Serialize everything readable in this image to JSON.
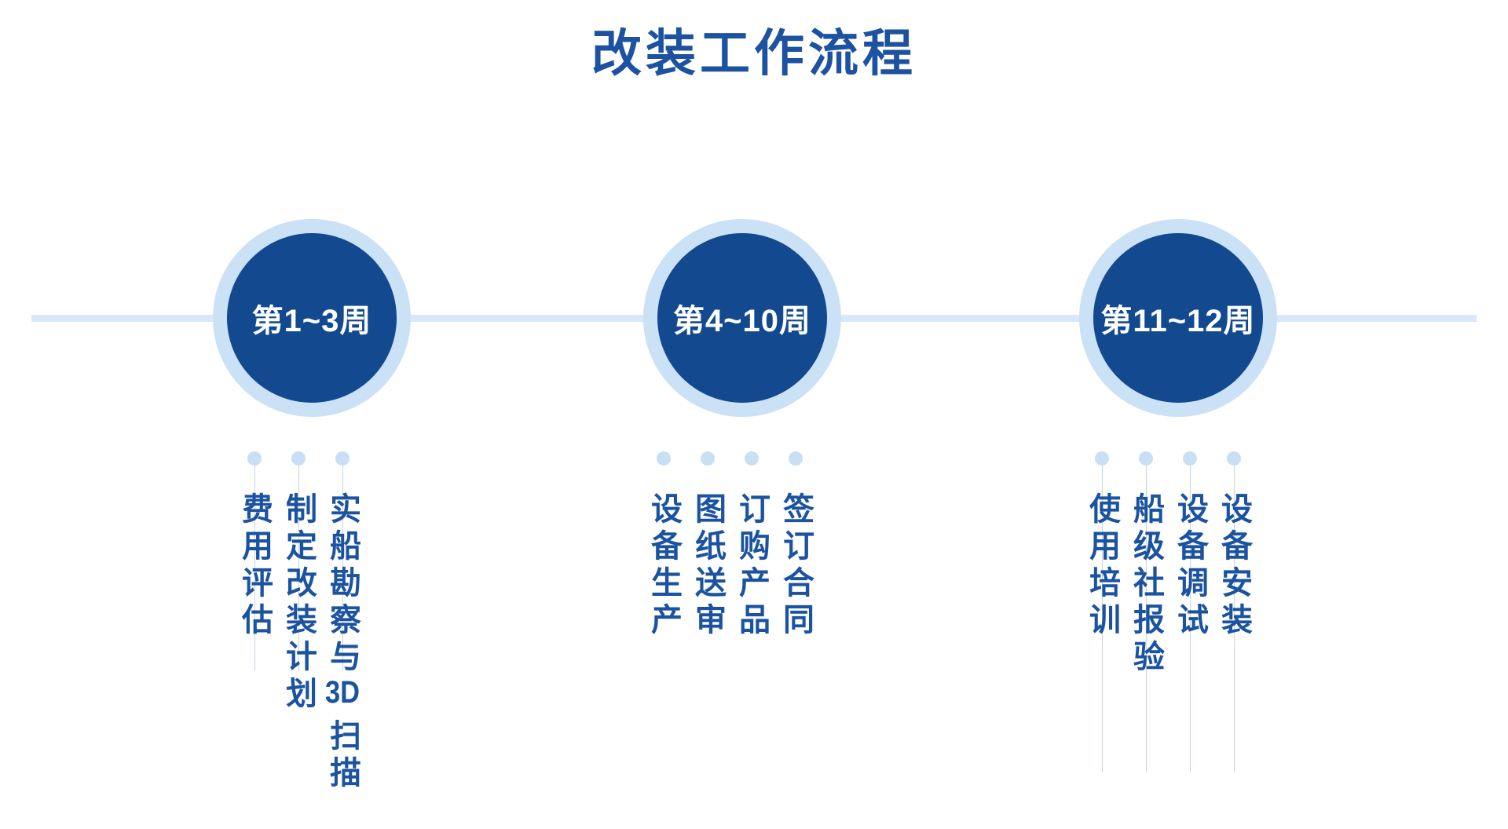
{
  "title": "改装工作流程",
  "stages": [
    {
      "week": "第1~3周",
      "tasks": [
        "实船勘察与3D扫描",
        "制定改装计划",
        "费用评估"
      ]
    },
    {
      "week": "第4~10周",
      "tasks": [
        "签订合同",
        "订购产品",
        "图纸送审",
        "设备生产"
      ]
    },
    {
      "week": "第11~12周",
      "tasks": [
        "设备安装",
        "设备调试",
        "船级社报验",
        "使用培训"
      ]
    }
  ],
  "colors": {
    "circle_fill": "#12498F",
    "circle_ring": "#CBE1F5",
    "timeline_line": "#D8E8F8",
    "dot": "#C9DFF4",
    "text_blue": "#1B53A1",
    "title_blue": "#1C529F",
    "week_text": "#FFFFFF"
  }
}
